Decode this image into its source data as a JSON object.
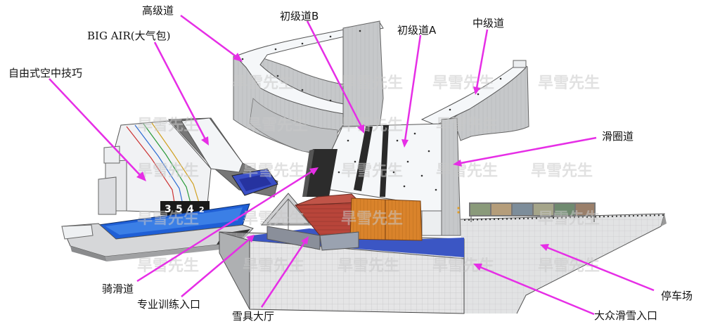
{
  "labels": {
    "advanced_slope": "高级道",
    "big_air": "BIG AIR(大气包)",
    "freestyle": "自由式空中技巧",
    "beginner_b": "初级道B",
    "beginner_a": "初级道A",
    "intermediate": "中级道",
    "tubing": "滑圈道",
    "bike_slope": "骑滑道",
    "pro_entrance": "专业训练入口",
    "gear_hall": "雪具大厅",
    "public_entrance": "大众滑雪入口",
    "parking": "停车场"
  },
  "watermark": "旱雪先生",
  "jump_digits": [
    "3",
    "5",
    "4",
    "2"
  ],
  "colors": {
    "arrow": "#e62ee6",
    "wall": "#c4c6c8",
    "snow": "#f4f6f8",
    "pool": "#1f5fd6",
    "roof_red": "#b8453a",
    "roof_orange": "#d9832b",
    "building": "#d8d9db",
    "floor_blue": "#3b56c4",
    "parking": "#c9cacc"
  }
}
